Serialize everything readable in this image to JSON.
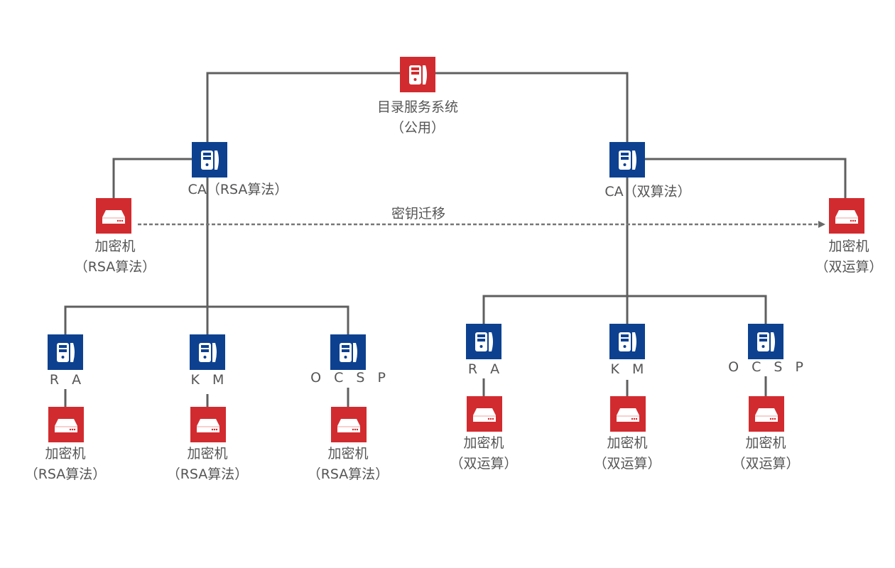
{
  "title": "CA system architecture diagram",
  "colors": {
    "server": "#0D4190",
    "hsm": "#D22B2F",
    "line": "#5F5F5F",
    "text": "#555555"
  },
  "nodes": {
    "directory": {
      "type": "server-icon",
      "line1": "目录服务系统",
      "line2": "（公用）"
    },
    "ca_rsa": {
      "type": "server-icon",
      "line1": "CA（RSA算法）"
    },
    "ca_dual": {
      "type": "server-icon",
      "line1": "CA（双算法）"
    },
    "hsm_ca_rsa": {
      "type": "hsm-icon",
      "line1": "加密机",
      "line2": "（RSA算法）"
    },
    "hsm_ca_dual": {
      "type": "hsm-icon",
      "line1": "加密机",
      "line2": "（双运算）"
    },
    "rsa_children": [
      {
        "name": "R A",
        "hsm_line1": "加密机",
        "hsm_line2": "（RSA算法）"
      },
      {
        "name": "K M",
        "hsm_line1": "加密机",
        "hsm_line2": "（RSA算法）"
      },
      {
        "name": "O C S P",
        "hsm_line1": "加密机",
        "hsm_line2": "（RSA算法）"
      }
    ],
    "dual_children": [
      {
        "name": "R A",
        "hsm_line1": "加密机",
        "hsm_line2": "（双运算）"
      },
      {
        "name": "K M",
        "hsm_line1": "加密机",
        "hsm_line2": "（双运算）"
      },
      {
        "name": "O C S P",
        "hsm_line1": "加密机",
        "hsm_line2": "（双运算）"
      }
    ]
  },
  "edges": {
    "migration_label": "密钥迁移",
    "migration_style": "dashed-arrow"
  }
}
